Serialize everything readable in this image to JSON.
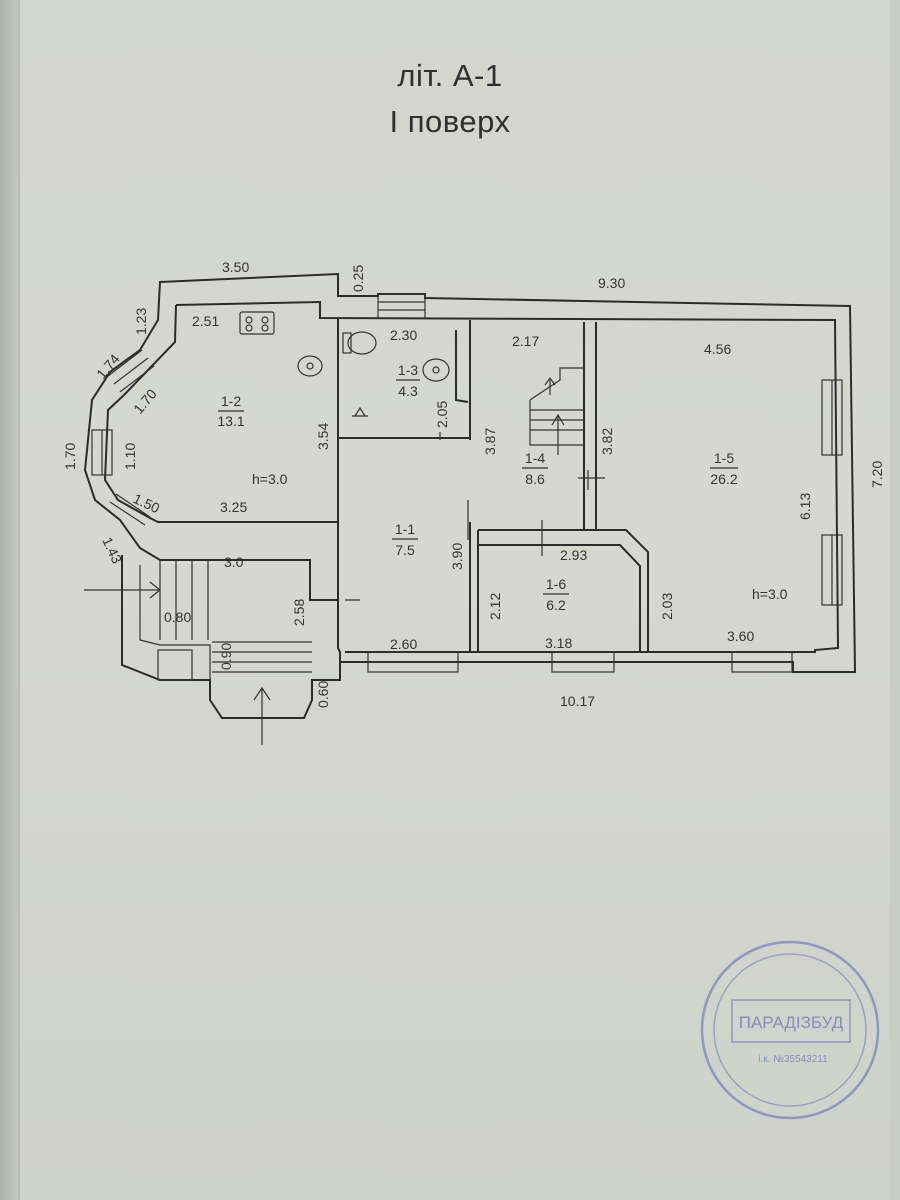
{
  "header": {
    "line1": "літ. А-1",
    "line2": "І поверх"
  },
  "dims": {
    "d350": "3.50",
    "d025": "0.25",
    "d930": "9.30",
    "d123": "1.23",
    "d251": "2.51",
    "d230": "2.30",
    "d217": "2.17",
    "d456": "4.56",
    "d174": "1.74",
    "d170a": "1.70",
    "d170b": "1.70",
    "d110": "1.10",
    "d354": "3.54",
    "d205": "2.05",
    "d387": "3.87",
    "d382": "3.82",
    "d720": "7.20",
    "d150": "1.50",
    "d325": "3.25",
    "d613": "6.13",
    "d143": "1.43",
    "d30": "3.0",
    "d390": "3.90",
    "d293": "2.93",
    "d080": "0.80",
    "d258": "2.58",
    "d212": "2.12",
    "d203": "2.03",
    "d090": "0.90",
    "d260": "2.60",
    "d318": "3.18",
    "d360": "3.60",
    "d060": "0.60",
    "d1017": "10.17"
  },
  "rooms": {
    "r12_no": "1-2",
    "r12_area": "13.1",
    "r12_h": "h=3.0",
    "r13_no": "1-3",
    "r13_area": "4.3",
    "r14_no": "1-4",
    "r14_area": "8.6",
    "r15_no": "1-5",
    "r15_area": "26.2",
    "r15_h": "h=3.0",
    "r11_no": "1-1",
    "r11_area": "7.5",
    "r16_no": "1-6",
    "r16_area": "6.2"
  },
  "stamp": {
    "name": "ПАРАДІЗБУД",
    "code": "і.к. №35543211"
  }
}
